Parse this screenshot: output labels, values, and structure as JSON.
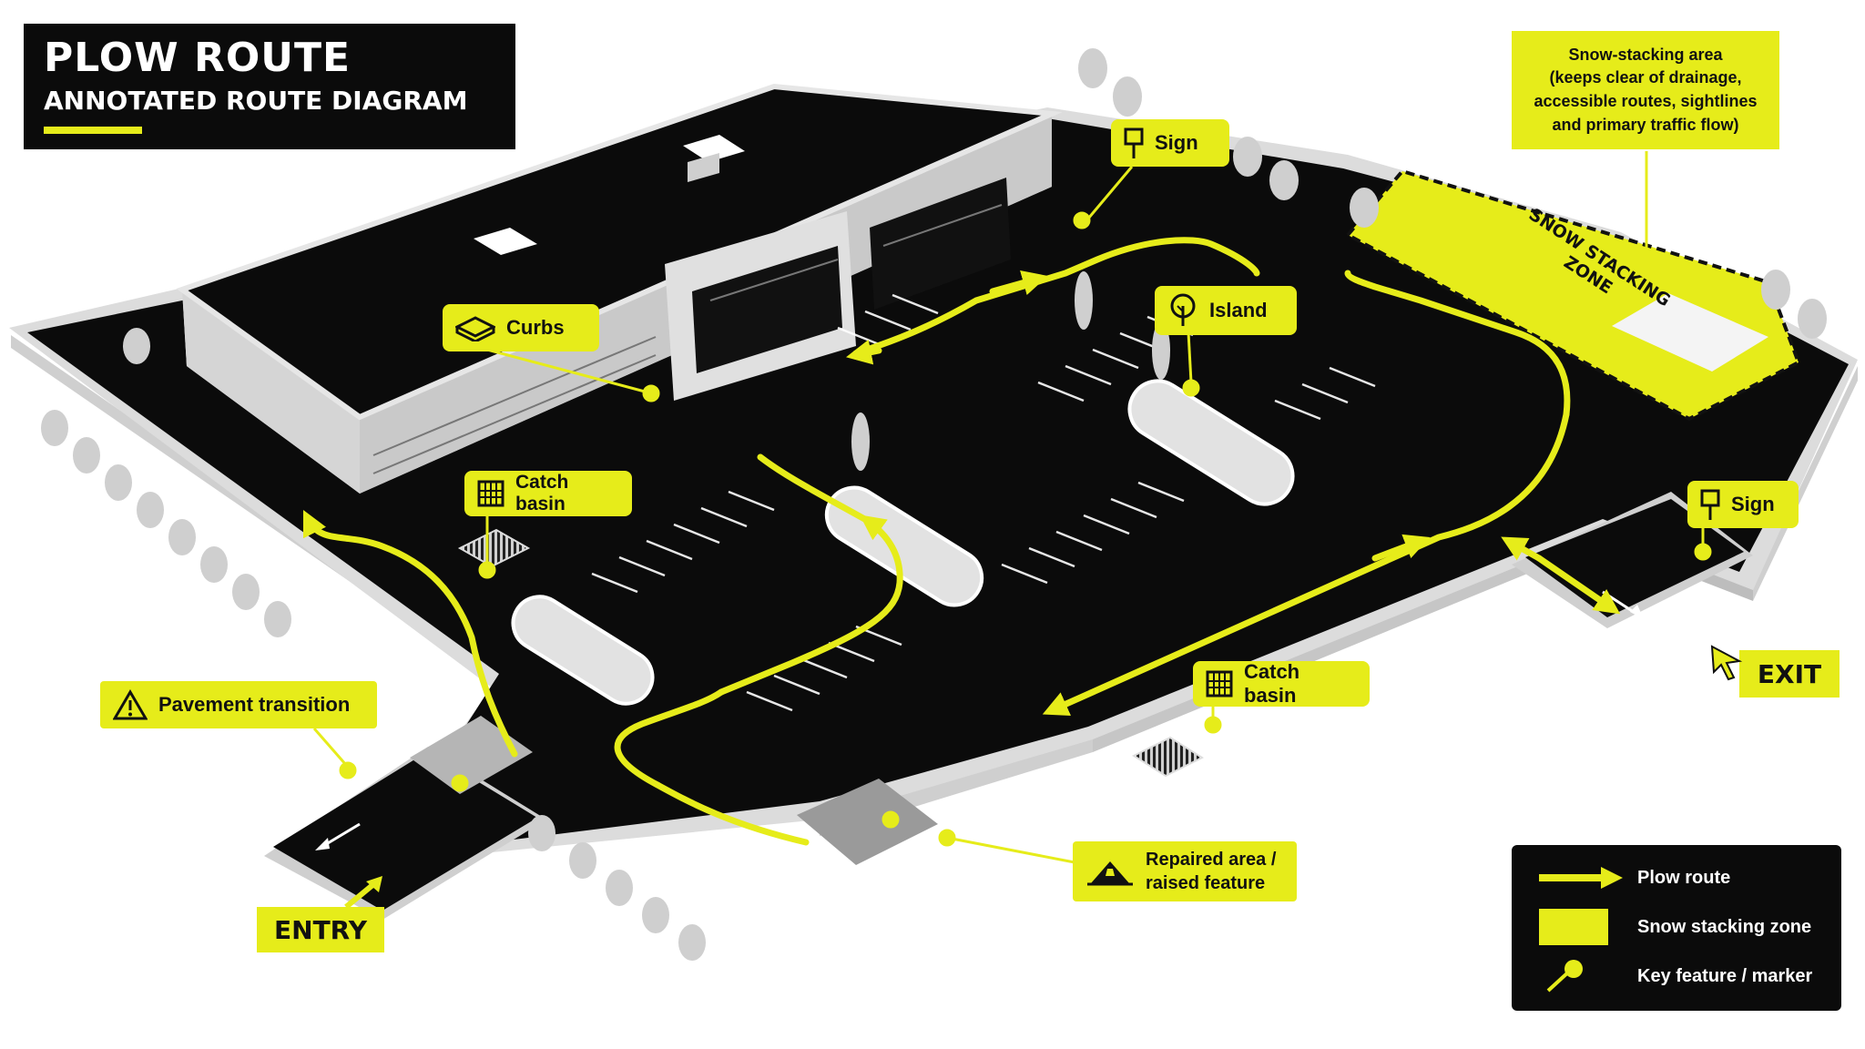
{
  "title": {
    "main": "PLOW ROUTE",
    "sub": "ANNOTATED ROUTE DIAGRAM"
  },
  "colors": {
    "accent": "#e6ec1a",
    "pavement": "#0b0b0b",
    "curb": "#d9d9d9"
  },
  "callouts": {
    "sign_top": "Sign",
    "sign_right": "Sign",
    "curbs": "Curbs",
    "island": "Island",
    "catch_basin_left": "Catch basin",
    "catch_basin_right": "Catch basin",
    "pavement_transition": "Pavement transition",
    "repaired_area": "Repaired area /",
    "raised_feature": "raised feature"
  },
  "snow_note": {
    "line1": "Snow-stacking area",
    "line2": "(keeps clear of drainage,",
    "line3": "accessible routes, sightlines",
    "line4": "and primary traffic flow)"
  },
  "zone_label": {
    "line1": "SNOW STACKING",
    "line2": "ZONE"
  },
  "entry_label": "ENTRY",
  "exit_label": "EXIT",
  "legend": {
    "plow_route": "Plow route",
    "snow_zone": "Snow stacking zone",
    "key_feature": "Key feature / marker"
  },
  "icons": [
    "sign-icon",
    "curb-icon",
    "tree-icon",
    "grate-icon",
    "warning-icon",
    "raised-feature-icon",
    "cursor-arrow-icon"
  ]
}
